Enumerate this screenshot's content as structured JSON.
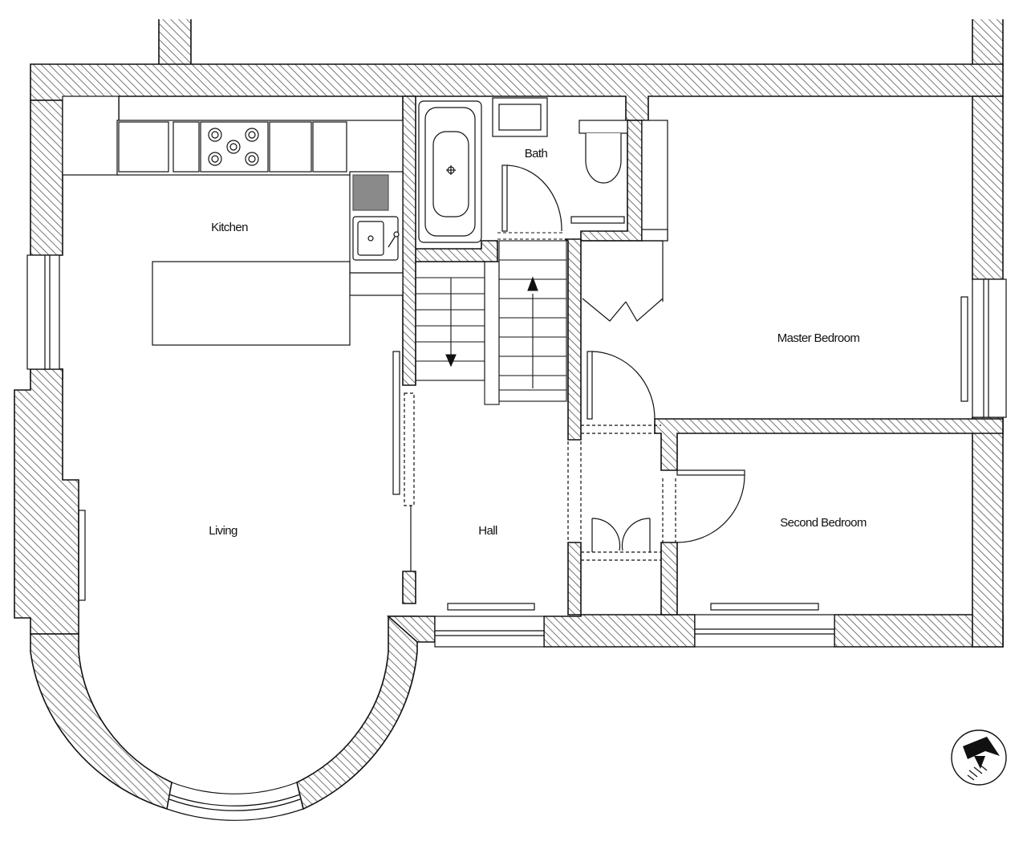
{
  "plan": {
    "rooms": [
      {
        "id": "kitchen",
        "label": "Kitchen"
      },
      {
        "id": "bath",
        "label": "Bath"
      },
      {
        "id": "master-bedroom",
        "label": "Master Bedroom"
      },
      {
        "id": "living",
        "label": "Living"
      },
      {
        "id": "hall",
        "label": "Hall"
      },
      {
        "id": "second-bedroom",
        "label": "Second Bedroom"
      }
    ],
    "colors": {
      "line": "#111111",
      "hatch": "#555555",
      "sink_fill": "#8a8a8a",
      "background": "#ffffff"
    },
    "icons": {
      "north": "north-arrow-icon"
    }
  }
}
